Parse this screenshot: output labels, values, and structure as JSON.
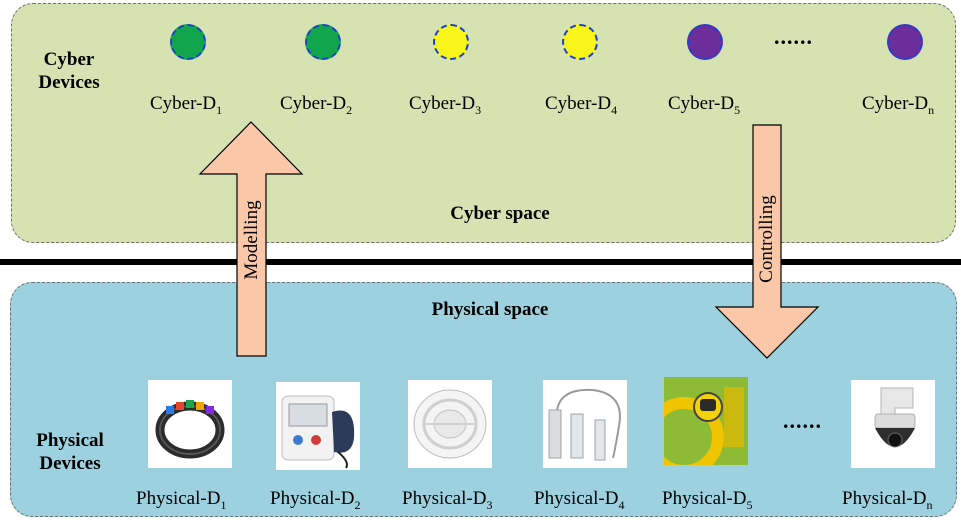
{
  "cyber": {
    "region_title": "Cyber space",
    "group_label_line1": "Cyber",
    "group_label_line2": "Devices",
    "devices": [
      {
        "base": "Cyber-D",
        "sub": "1",
        "color": "#13a54c"
      },
      {
        "base": "Cyber-D",
        "sub": "2",
        "color": "#13a54c"
      },
      {
        "base": "Cyber-D",
        "sub": "3",
        "color": "#f8f51a"
      },
      {
        "base": "Cyber-D",
        "sub": "4",
        "color": "#f8f51a"
      },
      {
        "base": "Cyber-D",
        "sub": "5",
        "color": "#6c2e9b"
      },
      {
        "base": "Cyber-D",
        "sub": "n",
        "color": "#6c2e9b"
      }
    ],
    "ellipsis": "......"
  },
  "physical": {
    "region_title": "Physical space",
    "group_label_line1": "Physical",
    "group_label_line2": "Devices",
    "devices": [
      {
        "base": "Physical-D",
        "sub": "1",
        "icon": "smart-wristband-icon"
      },
      {
        "base": "Physical-D",
        "sub": "2",
        "icon": "blood-pressure-monitor-icon"
      },
      {
        "base": "Physical-D",
        "sub": "3",
        "icon": "smoke-detector-icon"
      },
      {
        "base": "Physical-D",
        "sub": "4",
        "icon": "door-sensor-icon"
      },
      {
        "base": "Physical-D",
        "sub": "5",
        "icon": "shared-bike-icon"
      },
      {
        "base": "Physical-D",
        "sub": "n",
        "icon": "dome-camera-icon"
      }
    ],
    "ellipsis": "......"
  },
  "arrows": {
    "modelling_label": "Modelling",
    "controlling_label": "Controlling",
    "fill_color": "#fac8a8",
    "stroke_color": "#000000"
  },
  "colors": {
    "cyber_background": "#d7e2b3",
    "physical_background": "#9dd1df",
    "node_border": "#1d3fd1"
  }
}
